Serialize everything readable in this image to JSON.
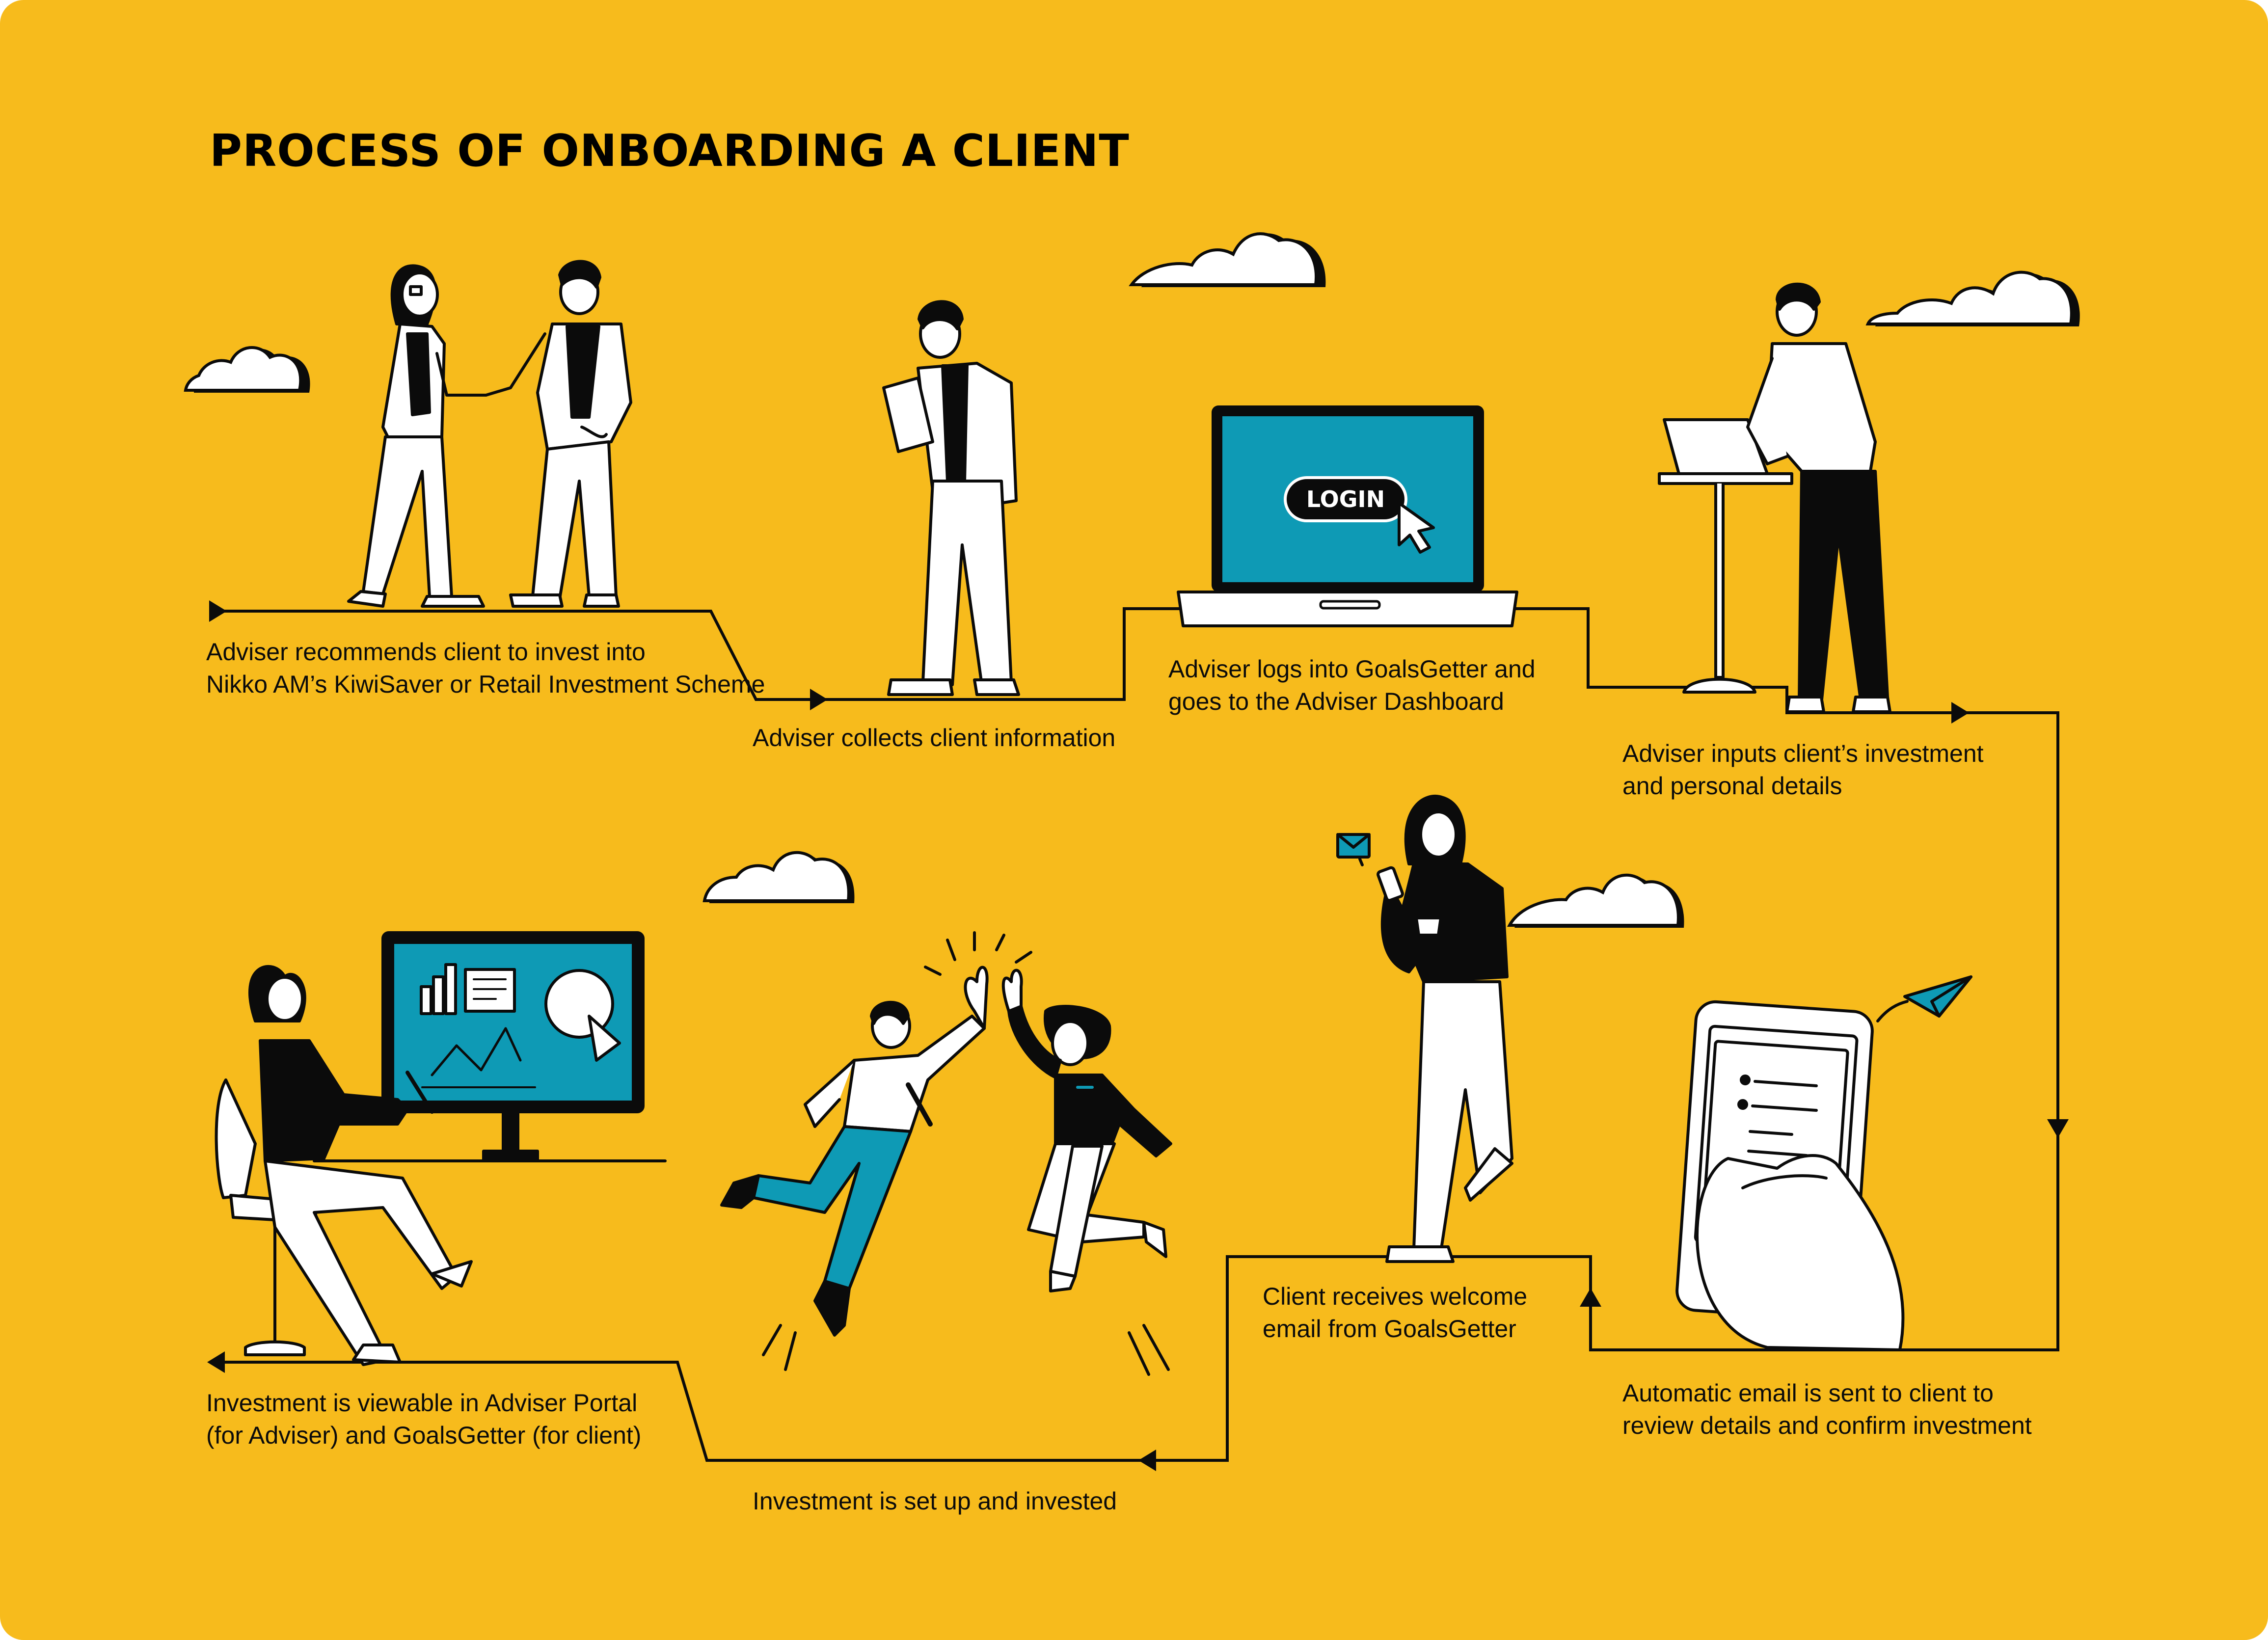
{
  "colors": {
    "background": "#f7bb1c",
    "accent": "#0e9ab5",
    "ink": "#0b0b0b",
    "paper": "#ffffff"
  },
  "title": "PROCESS OF ONBOARDING A CLIENT",
  "steps": [
    {
      "line1": "Adviser recommends client to invest into",
      "line2": "Nikko AM’s KiwiSaver or Retail Investment Scheme",
      "illustration": "handshake-people"
    },
    {
      "line1": "Adviser collects client information",
      "line2": "",
      "illustration": "adviser-with-clipboard"
    },
    {
      "line1": "Adviser logs into GoalsGetter and",
      "line2": "goes to the Adviser Dashboard",
      "illustration": "laptop-login"
    },
    {
      "line1": "Adviser inputs client’s investment",
      "line2": "and personal details",
      "illustration": "adviser-at-standing-desk"
    },
    {
      "line1": "Automatic email is sent to client to",
      "line2": "review details and confirm investment",
      "illustration": "hand-holding-phone"
    },
    {
      "line1": "Client receives welcome",
      "line2": "email from GoalsGetter",
      "illustration": "client-with-phone-and-coffee"
    },
    {
      "line1": "Investment is set up and invested",
      "line2": "",
      "illustration": "high-five-jump"
    },
    {
      "line1": "Investment is viewable in Adviser Portal",
      "line2": "(for Adviser) and GoalsGetter (for client)",
      "illustration": "adviser-at-monitor"
    }
  ],
  "laptop_button": "LOGIN",
  "icons": [
    "cloud-icon",
    "envelope-icon",
    "paper-plane-icon",
    "cursor-icon",
    "arrow-icon"
  ]
}
